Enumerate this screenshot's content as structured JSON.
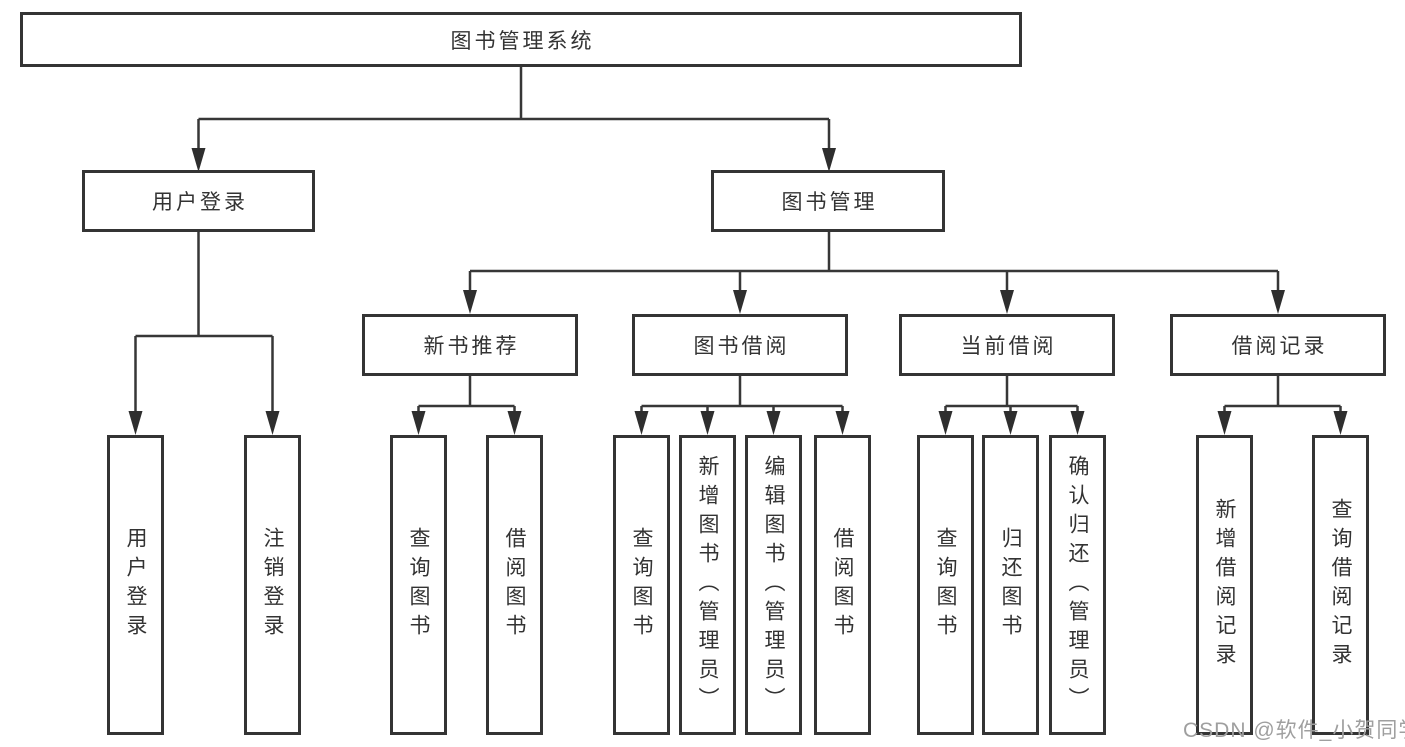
{
  "diagram": {
    "root": {
      "label": "图书管理系统"
    },
    "level2": [
      {
        "label": "用户登录"
      },
      {
        "label": "图书管理"
      }
    ],
    "level3": [
      {
        "label": "新书推荐"
      },
      {
        "label": "图书借阅"
      },
      {
        "label": "当前借阅"
      },
      {
        "label": "借阅记录"
      }
    ],
    "leaves": {
      "user_login": [
        {
          "label": "用户登录"
        },
        {
          "label": "注销登录"
        }
      ],
      "new_book": [
        {
          "label": "查询图书"
        },
        {
          "label": "借阅图书"
        }
      ],
      "book_borrow": [
        {
          "label": "查询图书"
        },
        {
          "label": "新增图书（管理员）"
        },
        {
          "label": "编辑图书（管理员）"
        },
        {
          "label": "借阅图书"
        }
      ],
      "current_borrow": [
        {
          "label": "查询图书"
        },
        {
          "label": "归还图书"
        },
        {
          "label": "确认归还（管理员）"
        }
      ],
      "borrow_record": [
        {
          "label": "新增借阅记录"
        },
        {
          "label": "查询借阅记录"
        }
      ]
    }
  },
  "watermark": {
    "text": "CSDN @软件_小贺同学"
  }
}
